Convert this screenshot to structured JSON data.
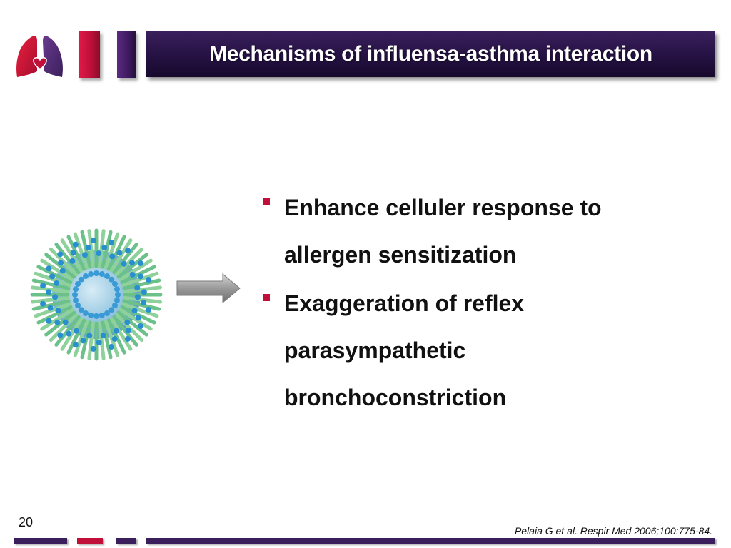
{
  "slide": {
    "title": "Mechanisms of influensa-asthma interaction",
    "page_number": "20",
    "citation": "Pelaia G et al. Respir Med 2006;100:775-84."
  },
  "bullets": [
    {
      "lines": [
        "Enhance celluler response to",
        "allergen sensitization"
      ]
    },
    {
      "lines": [
        "Exaggeration of reflex",
        "parasympathetic",
        "bronchoconstriction"
      ]
    }
  ],
  "icons": {
    "logo": "lungs-heart-logo-icon",
    "virus": "influenza-virus-icon",
    "arrow": "right-arrow-icon"
  },
  "colors": {
    "brand_purple": "#3a1f5c",
    "brand_red": "#c0103a",
    "bullet_marker": "#c0103a",
    "title_text": "#ffffff"
  }
}
